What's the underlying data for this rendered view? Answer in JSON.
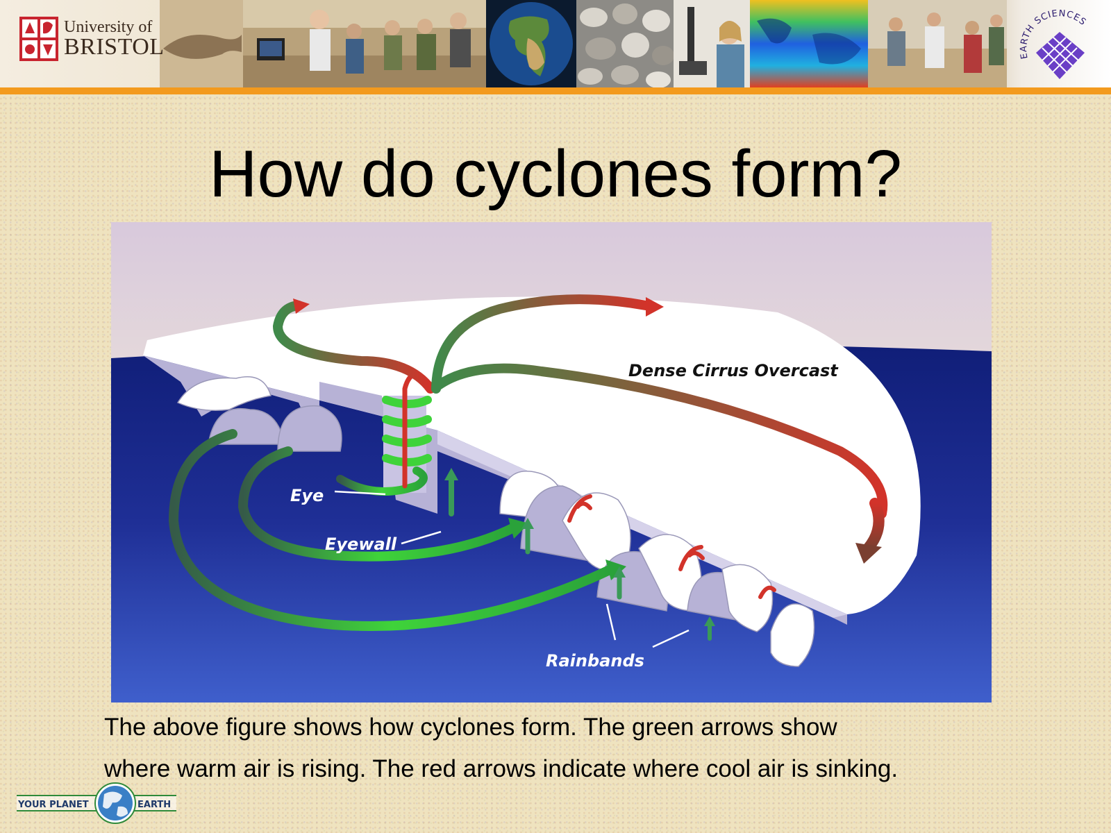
{
  "header": {
    "university_line1": "University of",
    "university_line2": "BRISTOL",
    "department": "EARTH SCIENCES",
    "colors": {
      "stripe": "#f39a1d",
      "crest": "#c8242f"
    }
  },
  "slide": {
    "title": "How do cyclones form?",
    "caption_line1": "The above figure shows how cyclones form. The green arrows show",
    "caption_line2": "where warm air is rising. The red arrows indicate where cool air is sinking."
  },
  "diagram": {
    "labels": {
      "overcast": "Dense Cirrus Overcast",
      "eye": "Eye",
      "eyewall": "Eyewall",
      "rainbands": "Rainbands"
    },
    "colors": {
      "warm_rising": "#3fd33a",
      "cool_sinking": "#d2332a",
      "sea": "#1d2e8c",
      "cloud": "#ffffff"
    }
  },
  "footer": {
    "logo_left": "YOUR PLANET",
    "logo_right": "EARTH"
  }
}
